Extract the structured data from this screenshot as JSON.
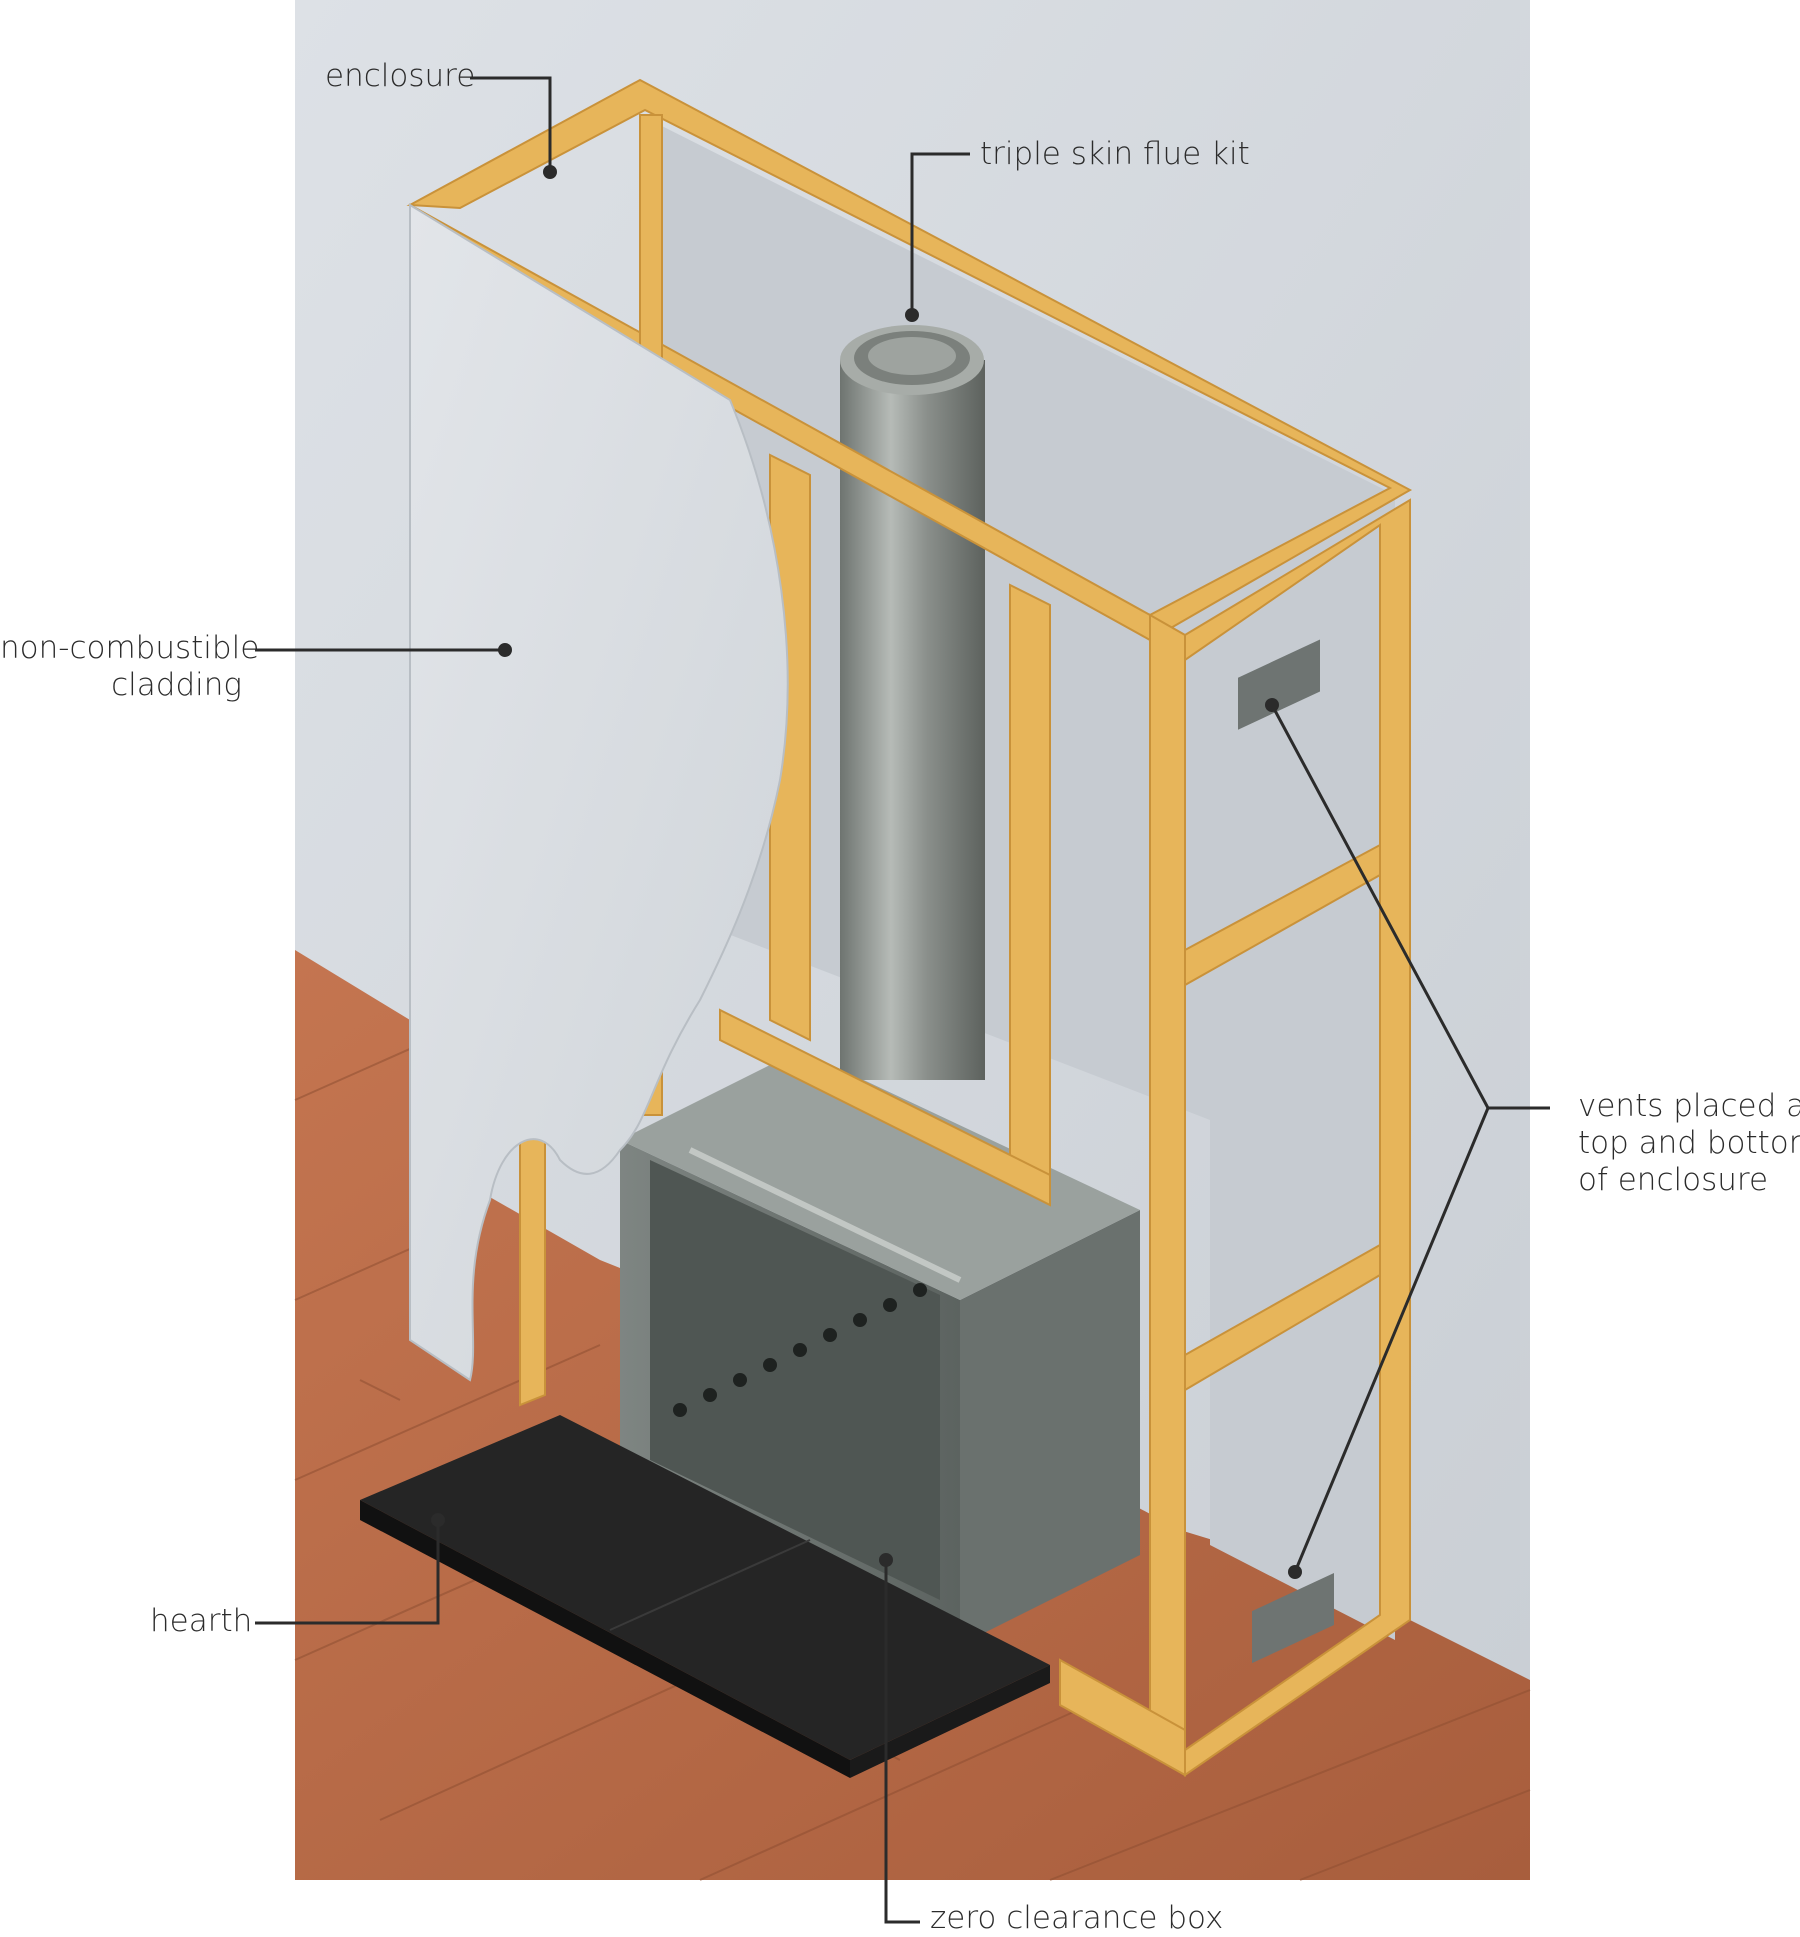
{
  "colors": {
    "wall": "#d3d7dc",
    "floor": "#b86a45",
    "timber": "#e7b55a",
    "cladding": "#d9dde2",
    "hearth": "#222222",
    "metal": "#8e9491",
    "leader": "#2b2b2b"
  },
  "labels": {
    "enclosure": "enclosure",
    "flue": "triple skin flue kit",
    "cladding_line1": "non-combustible",
    "cladding_line2": "cladding",
    "vents_line1": "vents placed at",
    "vents_line2": "top and bottom",
    "vents_line3": "of enclosure",
    "hearth": "hearth",
    "box": "zero clearance box"
  }
}
